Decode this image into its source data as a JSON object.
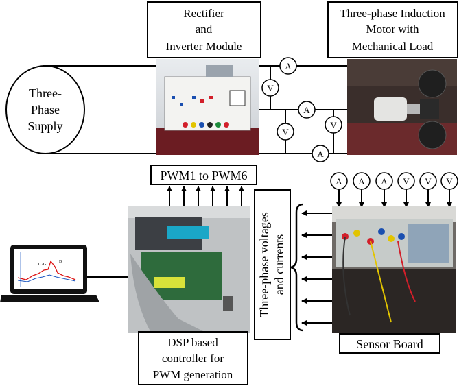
{
  "labels": {
    "rectifier": [
      "Rectifier",
      "and",
      "Inverter Module"
    ],
    "motor": [
      "Three-phase Induction",
      "Motor with",
      "Mechanical Load"
    ],
    "supply": [
      "Three-",
      "Phase",
      "Supply"
    ],
    "pwm": "PWM1 to PWM6",
    "voltages_currents": [
      "Three-phase voltages",
      "and currents"
    ],
    "dsp": [
      "DSP based",
      "controller for",
      "PWM generation"
    ],
    "sensor": "Sensor Board"
  },
  "meters": {
    "power_side": [
      {
        "letter": "A",
        "color": "#e0101a"
      },
      {
        "letter": "V",
        "color": "#e0101a"
      },
      {
        "letter": "A",
        "color": "#e6c800"
      },
      {
        "letter": "V",
        "color": "#e6c800"
      },
      {
        "letter": "V",
        "color": "#1a6fd0"
      },
      {
        "letter": "A",
        "color": "#1a6fd0"
      }
    ],
    "sensor_inputs": [
      {
        "letter": "A",
        "color": "#e0101a"
      },
      {
        "letter": "A",
        "color": "#e6c800"
      },
      {
        "letter": "A",
        "color": "#1a6fd0"
      },
      {
        "letter": "V",
        "color": "#e0101a"
      },
      {
        "letter": "V",
        "color": "#e6c800"
      },
      {
        "letter": "V",
        "color": "#1a6fd0"
      }
    ]
  },
  "screen_labels": [
    "C2G",
    "D"
  ]
}
